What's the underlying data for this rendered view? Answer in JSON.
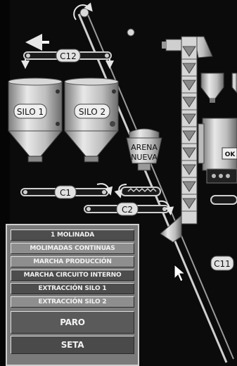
{
  "conveyors": {
    "c12": "C12",
    "c1": "C1",
    "c2": "C2",
    "c11": "C11"
  },
  "silos": {
    "silo1": "SILO 1",
    "silo2": "SILO 2"
  },
  "hopper": {
    "line1": "ARENA",
    "line2": "NUEVA"
  },
  "machine": {
    "ok": "OK"
  },
  "panel": {
    "b1": "1 MOLINADA",
    "b2": "MOLIMADAS CONTINUAS",
    "b3": "MARCHA PRODUCCIÓN",
    "b4": "MARCHA CIRCUITO INTERNO",
    "b5": "EXTRACCIÓN SILO 1",
    "b6": "EXTRACCIÓN SILO 2",
    "paro": "PARO",
    "seta": "SETA"
  },
  "colors": {
    "background": "#0b0b0b",
    "metal": "#cfcfcf",
    "panel": "#7a7a7a"
  }
}
